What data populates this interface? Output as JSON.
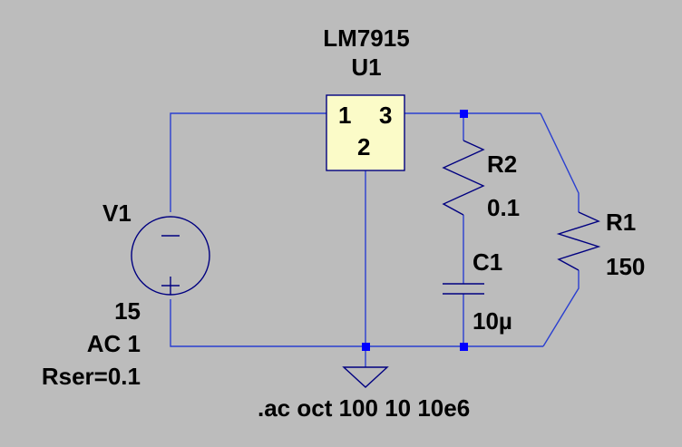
{
  "colors": {
    "background": "#bcbcbc",
    "wire": "#2a3fd0",
    "symbol": "#000080",
    "regulator_fill": "#fbfbc8",
    "junction": "#0000ff",
    "text": "#000000"
  },
  "regulator": {
    "part": "LM7915",
    "ref": "U1",
    "pin_in": "1",
    "pin_out": "3",
    "pin_gnd": "2"
  },
  "source": {
    "ref": "V1",
    "value": "15",
    "ac": "AC 1",
    "rser": "Rser=0.1"
  },
  "r2": {
    "ref": "R2",
    "value": "0.1"
  },
  "c1": {
    "ref": "C1",
    "value": "10µ"
  },
  "r1": {
    "ref": "R1",
    "value": "150"
  },
  "directive": ".ac oct 100 10 10e6"
}
